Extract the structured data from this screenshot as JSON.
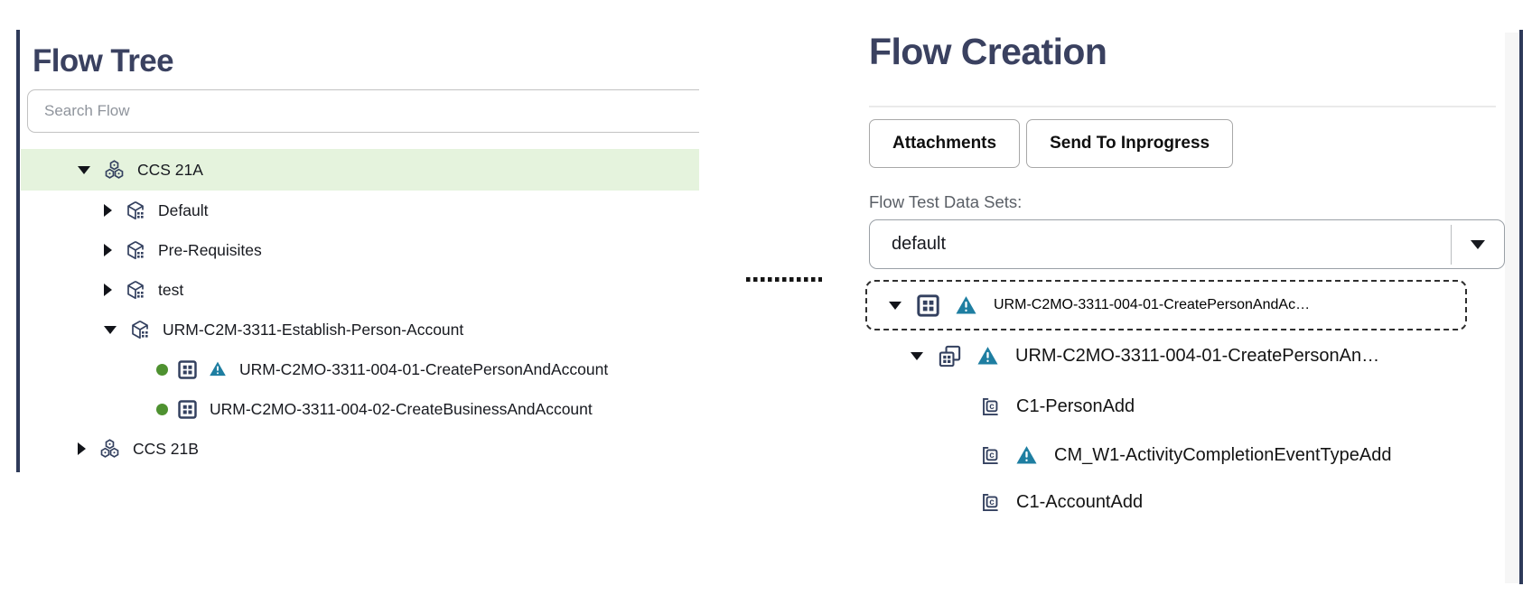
{
  "colors": {
    "accent_navy": "#2e3a59",
    "title_navy": "#3a4160",
    "selected_row_green": "#e5f3dd",
    "status_dot_green": "#4e9130",
    "warning_teal": "#1e7ea1",
    "icon_navy": "#33405f",
    "text_dark": "#17191f"
  },
  "left_panel": {
    "title": "Flow Tree",
    "search_placeholder": "Search Flow",
    "tree": [
      {
        "label": "CCS 21A",
        "level": 0,
        "caret": "down",
        "icon": "flow-group-icon",
        "selected": true
      },
      {
        "label": "Default",
        "level": 1,
        "caret": "right",
        "icon": "flow-package-icon"
      },
      {
        "label": "Pre-Requisites",
        "level": 1,
        "caret": "right",
        "icon": "flow-package-icon"
      },
      {
        "label": "test",
        "level": 1,
        "caret": "right",
        "icon": "flow-package-icon"
      },
      {
        "label": "URM-C2M-3311-Establish-Person-Account",
        "level": 1,
        "caret": "down",
        "icon": "flow-package-icon"
      },
      {
        "label": "URM-C2MO-3311-004-01-CreatePersonAndAccount",
        "level": 2,
        "status_dot": true,
        "icon": "flow-grid-icon",
        "warning": true
      },
      {
        "label": "URM-C2MO-3311-004-02-CreateBusinessAndAccount",
        "level": 2,
        "status_dot": true,
        "icon": "flow-grid-icon"
      },
      {
        "label": "CCS 21B",
        "level": 0,
        "caret": "right",
        "icon": "flow-group-icon"
      }
    ]
  },
  "right_panel": {
    "title": "Flow Creation",
    "buttons": [
      "Attachments",
      "Send To Inprogress"
    ],
    "dataset_label": "Flow Test Data Sets:",
    "dataset_value": "default",
    "tree": [
      {
        "label": "URM-C2MO-3311-004-01-CreatePersonAndAc…",
        "caret": "down",
        "icon": "flow-grid-icon",
        "warning": true,
        "selected_dashed": true
      },
      {
        "label": "URM-C2MO-3311-004-01-CreatePersonAn…",
        "caret": "down",
        "icon": "flow-copy-icon",
        "warning": true
      },
      {
        "label": "C1-PersonAdd",
        "icon": "dataset-icon"
      },
      {
        "label": "CM_W1-ActivityCompletionEventTypeAdd",
        "icon": "dataset-icon",
        "warning": true
      },
      {
        "label": "C1-AccountAdd",
        "icon": "dataset-icon"
      }
    ]
  }
}
